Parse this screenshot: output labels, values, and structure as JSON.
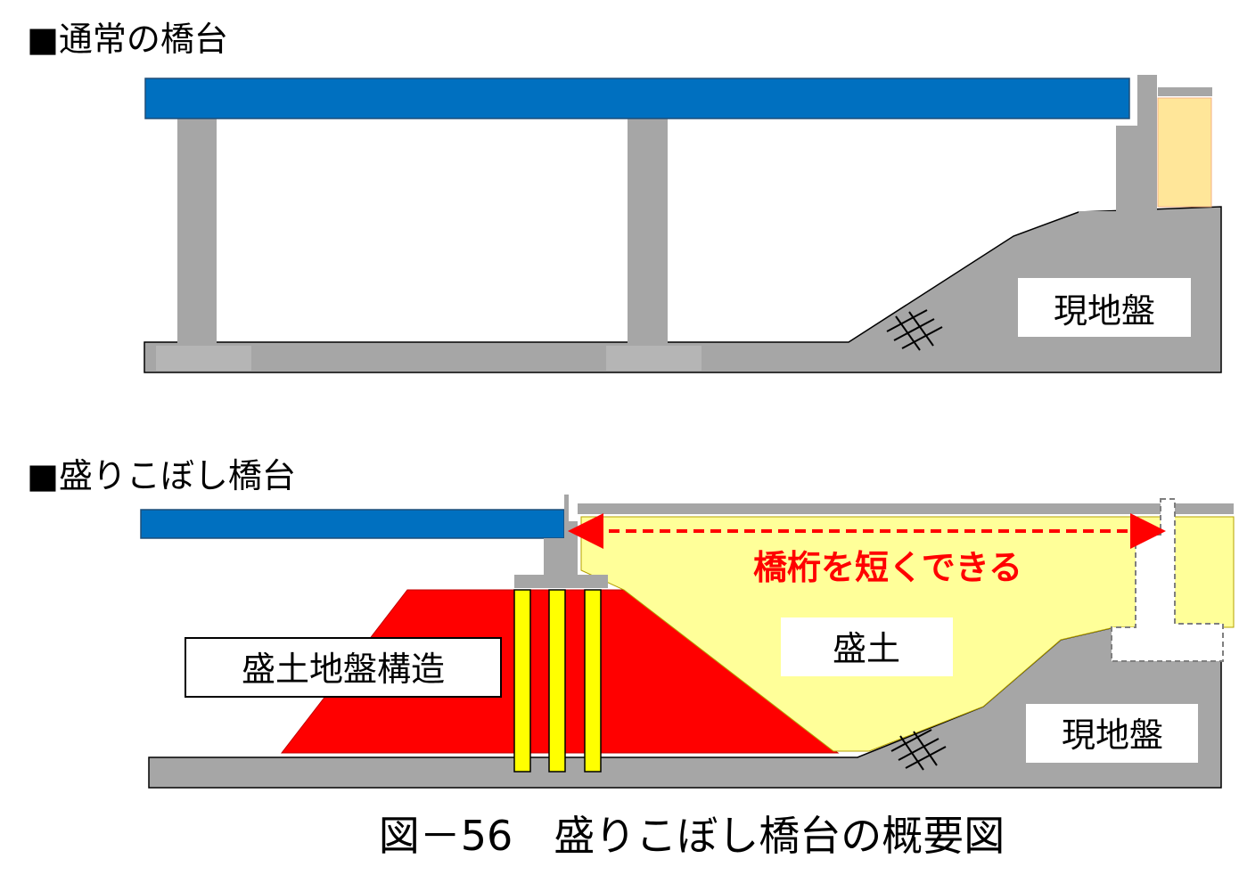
{
  "section1": {
    "heading": "■通常の橋台",
    "ground_label": "現地盤"
  },
  "section2": {
    "heading": "■盛りこぼし橋台",
    "structure_label": "盛土地盤構造",
    "fill_label": "盛土",
    "ground_label": "現地盤",
    "note": "橋桁を短くできる"
  },
  "caption": "図－56　盛りこぼし橋台の概要図",
  "colors": {
    "girder": "#0070c0",
    "concrete": "#a6a6a6",
    "concrete_dark": "#8c8c8c",
    "embankment_red": "#ff0000",
    "fill_yellow": "#ffff99",
    "backfill": "#ffe699",
    "pile": "#ffff00",
    "note_red": "#ff0000"
  }
}
